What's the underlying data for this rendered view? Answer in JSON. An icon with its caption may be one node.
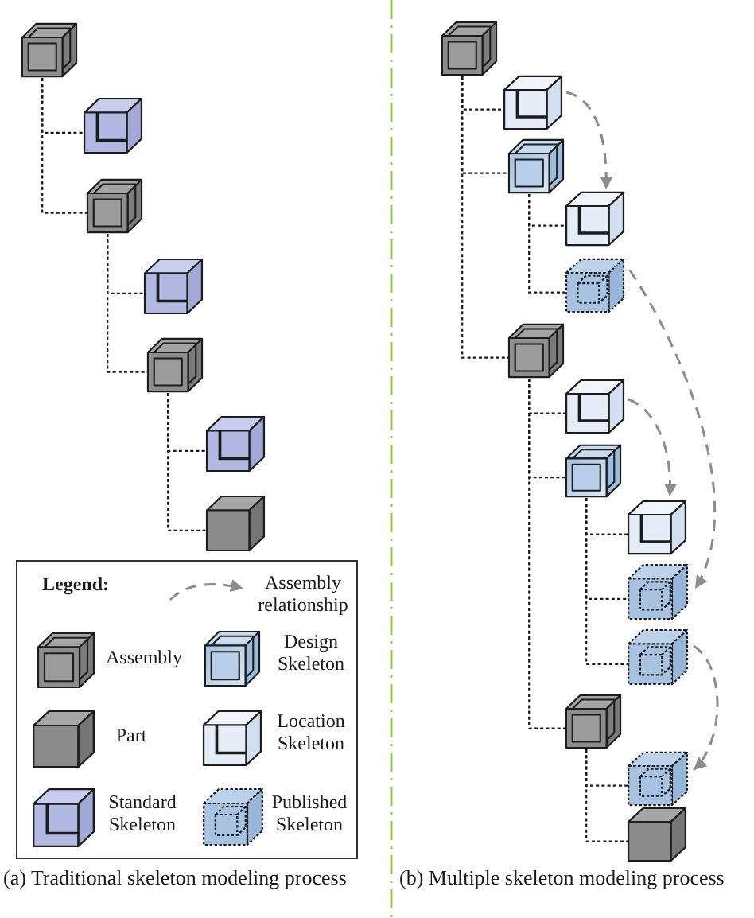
{
  "diagram": {
    "nodes": [
      {
        "text": [],
        "shape": "cube"
      },
      {
        "text": [],
        "shape": "cube"
      },
      {
        "text": [],
        "shape": "cube"
      },
      {
        "text": [],
        "shape": "cube"
      },
      {
        "text": [],
        "shape": "cube"
      },
      {
        "text": [],
        "shape": "cube"
      },
      {
        "text": [],
        "shape": "cube"
      },
      {
        "text": [],
        "shape": "cube"
      },
      {
        "text": [],
        "shape": "cube"
      },
      {
        "text": [],
        "shape": "cube"
      },
      {
        "text": [],
        "shape": "cube"
      },
      {
        "text": [],
        "shape": "cube"
      },
      {
        "text": [],
        "shape": "cube"
      },
      {
        "text": [],
        "shape": "cube"
      },
      {
        "text": [],
        "shape": "cube"
      },
      {
        "text": [],
        "shape": "cube"
      },
      {
        "text": [],
        "shape": "cube"
      },
      {
        "text": [],
        "shape": "cube"
      },
      {
        "text": [],
        "shape": "cube"
      },
      {
        "text": [],
        "shape": "cube"
      },
      {
        "text": [],
        "shape": "cube"
      }
    ],
    "edges": [
      {
        "from": 0,
        "to": 1,
        "arrow": "none",
        "style": "dashed"
      },
      {
        "from": 0,
        "to": 2,
        "arrow": "none",
        "style": "dashed"
      },
      {
        "from": 2,
        "to": 3,
        "arrow": "none",
        "style": "dashed"
      },
      {
        "from": 2,
        "to": 4,
        "arrow": "none",
        "style": "dashed"
      },
      {
        "from": 4,
        "to": 5,
        "arrow": "none",
        "style": "dashed"
      },
      {
        "from": 4,
        "to": 6,
        "arrow": "none",
        "style": "dashed"
      },
      {
        "from": 7,
        "to": 8,
        "arrow": "none",
        "style": "dashed"
      },
      {
        "from": 7,
        "to": 9,
        "arrow": "none",
        "style": "dashed"
      },
      {
        "from": 7,
        "to": 12,
        "arrow": "none",
        "style": "dashed"
      },
      {
        "from": 9,
        "to": 10,
        "arrow": "none",
        "style": "dashed"
      },
      {
        "from": 9,
        "to": 11,
        "arrow": "none",
        "style": "dashed"
      },
      {
        "from": 12,
        "to": 13,
        "arrow": "none",
        "style": "dashed"
      },
      {
        "from": 12,
        "to": 14,
        "arrow": "none",
        "style": "dashed"
      },
      {
        "from": 12,
        "to": 18,
        "arrow": "none",
        "style": "dashed"
      },
      {
        "from": 14,
        "to": 15,
        "arrow": "none",
        "style": "dashed"
      },
      {
        "from": 14,
        "to": 16,
        "arrow": "none",
        "style": "dashed"
      },
      {
        "from": 14,
        "to": 17,
        "arrow": "none",
        "style": "dashed"
      },
      {
        "from": 18,
        "to": 19,
        "arrow": "none",
        "style": "dashed"
      },
      {
        "from": 18,
        "to": 20,
        "arrow": "none",
        "style": "dashed"
      },
      {
        "from": 8,
        "to": 10,
        "arrow": "to",
        "style": "dashed",
        "color": "#8c8c8c"
      },
      {
        "from": 11,
        "to": 16,
        "arrow": "to",
        "style": "dashed",
        "color": "#8c8c8c"
      },
      {
        "from": 13,
        "to": 15,
        "arrow": "to",
        "style": "dashed",
        "color": "#8c8c8c"
      },
      {
        "from": 17,
        "to": 19,
        "arrow": "to",
        "style": "dashed",
        "color": "#8c8c8c"
      }
    ],
    "labels": [
      "Legend:",
      "(a) Traditional skeleton modeling process",
      "(b) Multiple skeleton modeling process"
    ],
    "legend": [
      {
        "text": "Assembly relationship"
      },
      {
        "text": "Assembly"
      },
      {
        "text": "Design Skeleton"
      },
      {
        "text": "Part"
      },
      {
        "text": "Location Skeleton"
      },
      {
        "text": "Standard Skeleton"
      },
      {
        "text": "Published Skeleton"
      }
    ]
  }
}
